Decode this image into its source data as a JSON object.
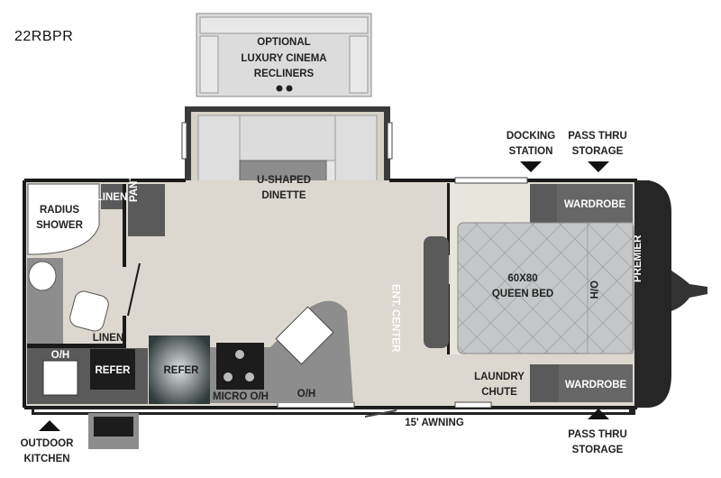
{
  "model": "22RBPR",
  "labels": {
    "recliners_1": "OPTIONAL",
    "recliners_2": "LUXURY CINEMA",
    "recliners_3": "RECLINERS",
    "dinette_1": "U-SHAPED",
    "dinette_2": "DINETTE",
    "shower_1": "RADIUS",
    "shower_2": "SHOWER",
    "linen_top": "LINEN",
    "pantry": "PANTRY",
    "linen_bottom": "LINEN",
    "oh_outdoor": "O/H",
    "refer_outdoor": "REFER",
    "refer": "REFER",
    "micro": "MICRO O/H",
    "oh_kitchen": "O/H",
    "ent_center": "ENT. CENTER",
    "bed_1": "60X80",
    "bed_2": "QUEEN BED",
    "oh_bed": "O/H",
    "wardrobe_top": "WARDROBE",
    "wardrobe_bottom": "WARDROBE",
    "laundry_1": "LAUNDRY",
    "laundry_2": "CHUTE",
    "docking_1": "DOCKING",
    "docking_2": "STATION",
    "pass_top_1": "PASS THRU",
    "pass_top_2": "STORAGE",
    "pass_bottom_1": "PASS THRU",
    "pass_bottom_2": "STORAGE",
    "awning": "15' AWNING",
    "outdoor_1": "OUTDOOR",
    "outdoor_2": "KITCHEN",
    "brand": "PREMIER"
  },
  "colors": {
    "wall": "#1a1a1a",
    "floor": "#dcd8cf",
    "cabinet": "#5a5a5a",
    "counter": "#8d8d8d",
    "bed": "#c4c6c8"
  }
}
